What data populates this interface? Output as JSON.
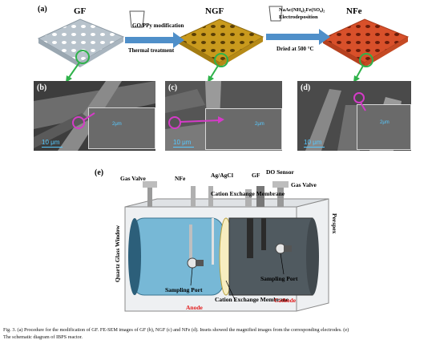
{
  "panel_a": {
    "letter": "(a)",
    "stage_labels": [
      "GF",
      "NGF",
      "NFe"
    ],
    "step1_top": "GO/PPy modification",
    "step1_bottom": "Thermal treatment",
    "step2_top_line1": "NaAc(NH₄)₂Fe(SO₄)₂",
    "step2_top_line2": "Electrodeposition",
    "step2_bottom": "Dried at 500 °C",
    "colors": {
      "gf": "#b8c3cc",
      "ngf": "#c99a1d",
      "nfe": "#d8502a",
      "arrow": "#4f8fc9"
    }
  },
  "panel_b": {
    "letter": "(b)",
    "scale": "10 μm",
    "inset_scale": "2μm"
  },
  "panel_c": {
    "letter": "(c)",
    "scale": "10 μm",
    "inset_scale": "2μm"
  },
  "panel_d": {
    "letter": "(d)",
    "scale": "10 μm",
    "inset_scale": "2μm"
  },
  "panel_e": {
    "letter": "(e)",
    "gas_valve_left": "Gas Valve",
    "nfe": "NFe",
    "ag_agcl": "Ag/AgCl",
    "gf": "GF",
    "do_sensor": "DO Sensor",
    "gas_valve_right": "Gas Valve",
    "cation_membrane": "Cation Exchange Membrane",
    "quartz_window": "Quartz Glass Window",
    "perspex": "Perspex",
    "sampling_port_left": "Sampling Port",
    "sampling_port_right": "Sampling Port",
    "anode": "Anode",
    "cathode": "Cathode"
  },
  "caption": {
    "line1": "Fig. 3. (a) Procedure for the modification of GF. FE-SEM images of GF (b), NGF (c) and NFe (d). Insets showed the magnified images from the corresponding electrodes. (e)",
    "line2": "The schematic diagram of IBPS reactor."
  }
}
